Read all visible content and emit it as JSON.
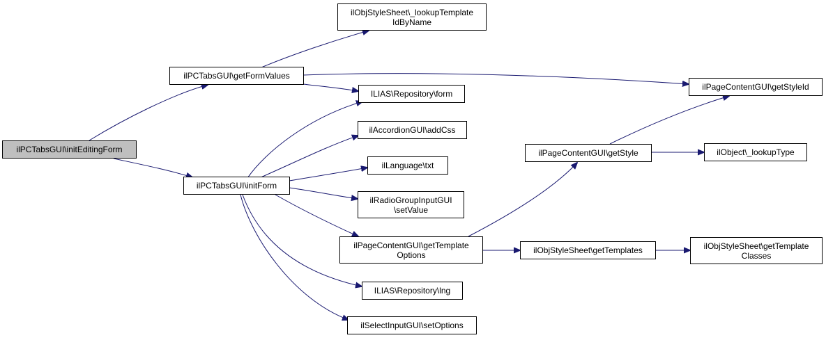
{
  "colors": {
    "edge": "#191970",
    "node_border": "#000000",
    "root_fill": "#bfbfbf",
    "node_fill": "#ffffff"
  },
  "nodes": {
    "init_editing_form": {
      "lines": [
        "ilPCTabsGUI\\initEditingForm"
      ]
    },
    "get_form_values": {
      "lines": [
        "ilPCTabsGUI\\getFormValues"
      ]
    },
    "init_form": {
      "lines": [
        "ilPCTabsGUI\\initForm"
      ]
    },
    "lookup_template_id": {
      "lines": [
        "ilObjStyleSheet\\_lookupTemplate",
        "IdByName"
      ]
    },
    "repo_form": {
      "lines": [
        "ILIAS\\Repository\\form"
      ]
    },
    "accordion_add_css": {
      "lines": [
        "ilAccordionGUI\\addCss"
      ]
    },
    "language_txt": {
      "lines": [
        "ilLanguage\\txt"
      ]
    },
    "radio_set_value": {
      "lines": [
        "ilRadioGroupInputGUI",
        "\\setValue"
      ]
    },
    "get_template_options": {
      "lines": [
        "ilPageContentGUI\\getTemplate",
        "Options"
      ]
    },
    "repo_lng": {
      "lines": [
        "ILIAS\\Repository\\lng"
      ]
    },
    "select_set_options": {
      "lines": [
        "ilSelectInputGUI\\setOptions"
      ]
    },
    "get_style_id": {
      "lines": [
        "ilPageContentGUI\\getStyleId"
      ]
    },
    "get_style": {
      "lines": [
        "ilPageContentGUI\\getStyle"
      ]
    },
    "lookup_type": {
      "lines": [
        "ilObject\\_lookupType"
      ]
    },
    "get_templates": {
      "lines": [
        "ilObjStyleSheet\\getTemplates"
      ]
    },
    "get_template_classes": {
      "lines": [
        "ilObjStyleSheet\\getTemplate",
        "Classes"
      ]
    }
  }
}
